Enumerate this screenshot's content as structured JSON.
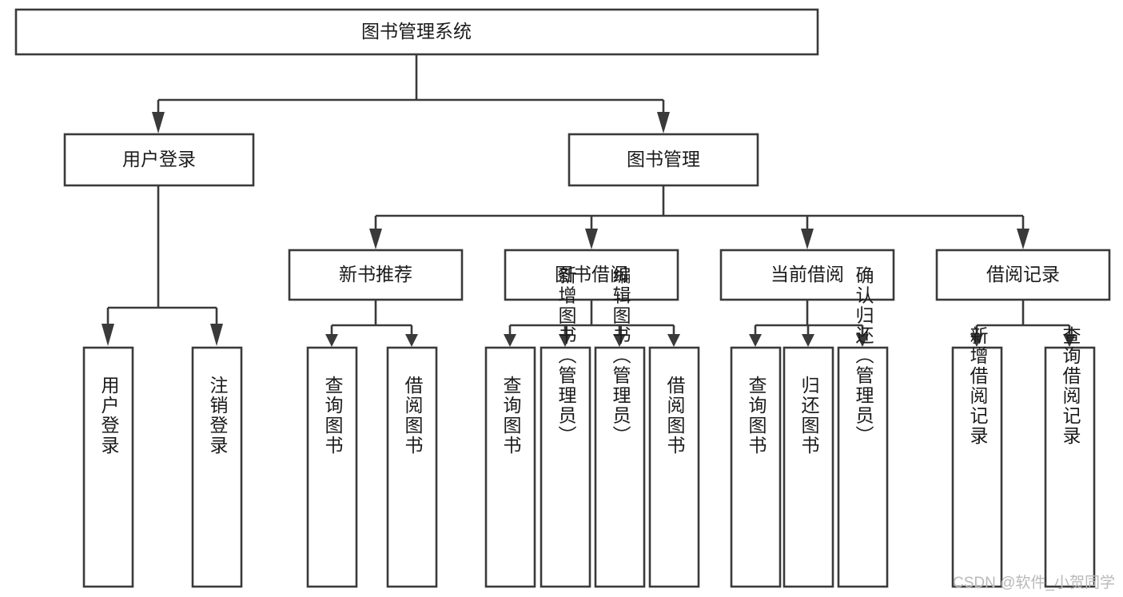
{
  "diagram": {
    "type": "tree-hierarchy",
    "root": {
      "id": "root",
      "label": "图书管理系统"
    },
    "level2": [
      {
        "id": "user-login",
        "label": "用户登录"
      },
      {
        "id": "book-management",
        "label": "图书管理"
      }
    ],
    "level3": [
      {
        "id": "new-book-recommend",
        "label": "新书推荐",
        "parent": "book-management"
      },
      {
        "id": "book-borrow",
        "label": "图书借阅",
        "parent": "book-management"
      },
      {
        "id": "current-borrow",
        "label": "当前借阅",
        "parent": "book-management"
      },
      {
        "id": "borrow-record",
        "label": "借阅记录",
        "parent": "book-management"
      }
    ],
    "leaves": {
      "user_login": [
        {
          "id": "leaf-user-login",
          "label": "用户登录"
        },
        {
          "id": "leaf-logout-login",
          "label": "注销登录"
        }
      ],
      "new_book_recommend": [
        {
          "id": "leaf-query-book-1",
          "label": "查询图书"
        },
        {
          "id": "leaf-borrow-book-1",
          "label": "借阅图书"
        }
      ],
      "book_borrow": [
        {
          "id": "leaf-query-book-2",
          "label": "查询图书"
        },
        {
          "id": "leaf-add-book",
          "label": "新增图书（管理员）"
        },
        {
          "id": "leaf-edit-book",
          "label": "编辑图书（管理员）"
        },
        {
          "id": "leaf-borrow-book-2",
          "label": "借阅图书"
        }
      ],
      "current_borrow": [
        {
          "id": "leaf-query-book-3",
          "label": "查询图书"
        },
        {
          "id": "leaf-return-book",
          "label": "归还图书"
        },
        {
          "id": "leaf-confirm-return",
          "label": "确认归还（管理员）"
        }
      ],
      "borrow_record": [
        {
          "id": "leaf-add-record",
          "label": "新增借阅记录"
        },
        {
          "id": "leaf-query-record",
          "label": "查询借阅记录"
        }
      ]
    },
    "colors": {
      "box_stroke": "#3a3a3a",
      "box_fill": "#ffffff",
      "text": "#1b1b1b",
      "watermark": "#b9b9b9",
      "background": "#ffffff"
    }
  },
  "watermark": {
    "text": "CSDN @软件_小贺同学"
  }
}
